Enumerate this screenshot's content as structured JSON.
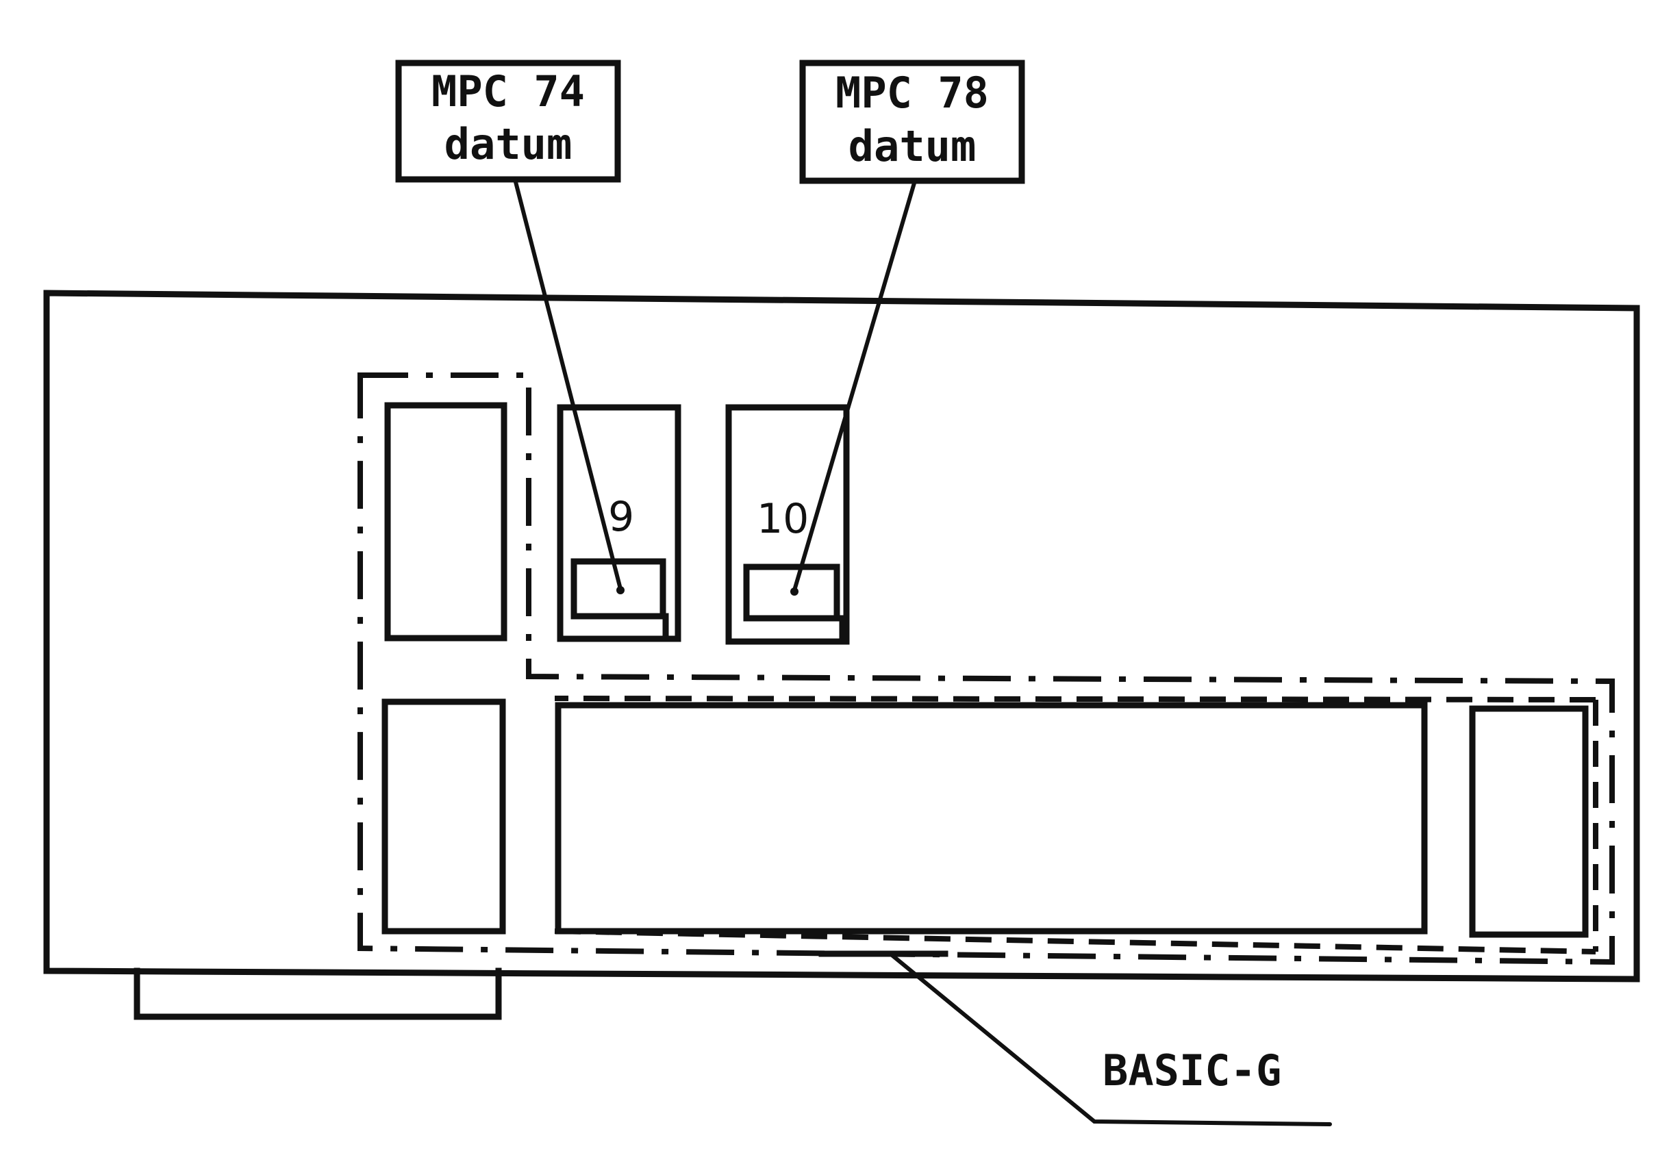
{
  "callouts": {
    "mpc74": {
      "line1": "MPC 74",
      "line2": "datum"
    },
    "mpc78": {
      "line1": "MPC 78",
      "line2": "datum"
    }
  },
  "slots": {
    "slot9": "9",
    "slot10": "10"
  },
  "board_label": "BASIC-G",
  "colors": {
    "ink": "#111111",
    "background": "#ffffff"
  }
}
